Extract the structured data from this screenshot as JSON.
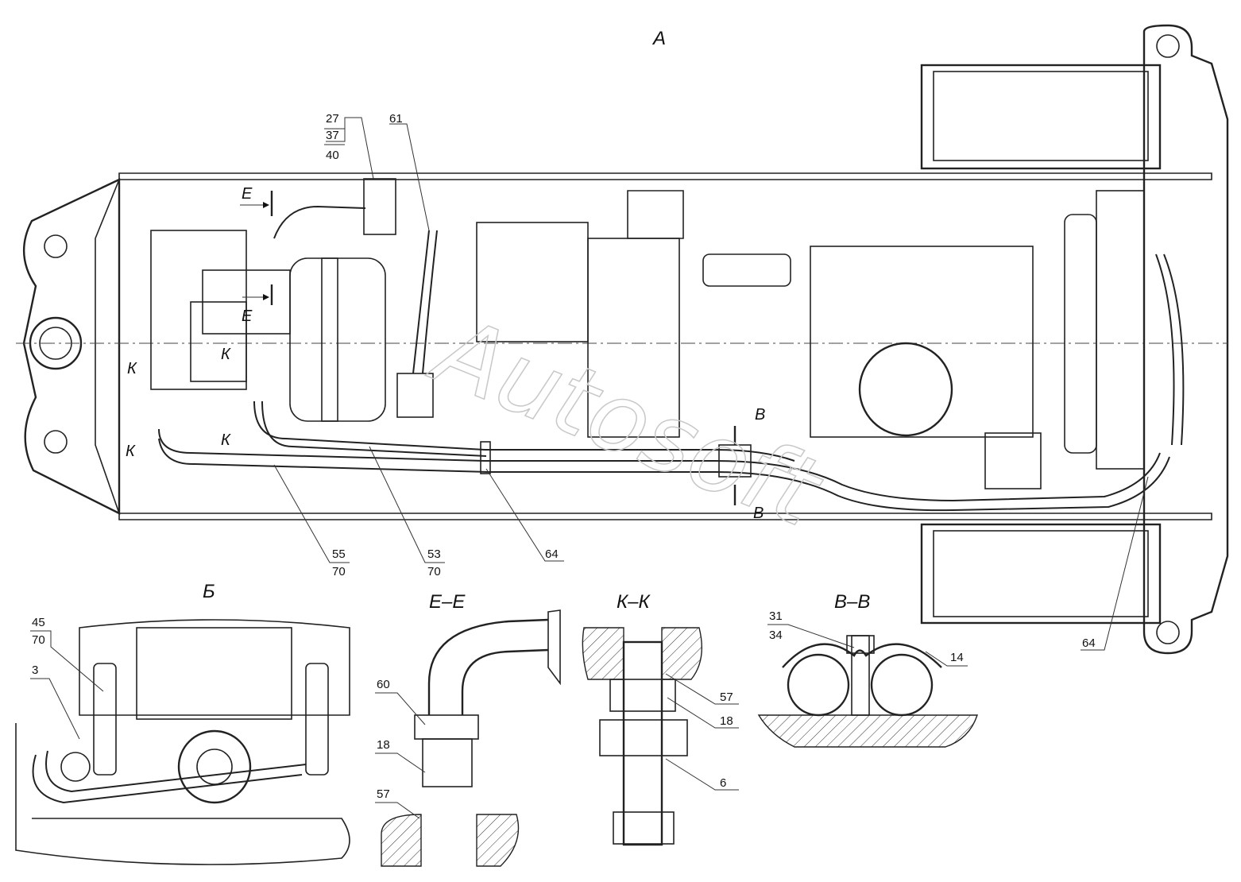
{
  "views": {
    "main": "А",
    "detail_b": "Б",
    "section_ee": "Е–Е",
    "section_kk": "К–К",
    "section_vv": "В–В"
  },
  "section_marks": {
    "e_top": "Е",
    "e_mid": "Е",
    "k1": "К",
    "k2": "К",
    "k3": "К",
    "k4": "К",
    "v_top": "В",
    "v_bottom": "В"
  },
  "callouts": {
    "main": {
      "c27": "27",
      "c37": "37",
      "c40": "40",
      "c61": "61",
      "c55": "55",
      "c55_70": "70",
      "c53": "53",
      "c53_70": "70",
      "c64": "64",
      "c64_right": "64"
    },
    "detail_b": {
      "c45": "45",
      "c70": "70",
      "c3": "3"
    },
    "section_ee": {
      "c60": "60",
      "c18": "18",
      "c57": "57"
    },
    "section_kk": {
      "c57": "57",
      "c18": "18",
      "c6": "6"
    },
    "section_vv": {
      "c31": "31",
      "c34": "34",
      "c14": "14"
    }
  },
  "watermark": "Autosoft"
}
